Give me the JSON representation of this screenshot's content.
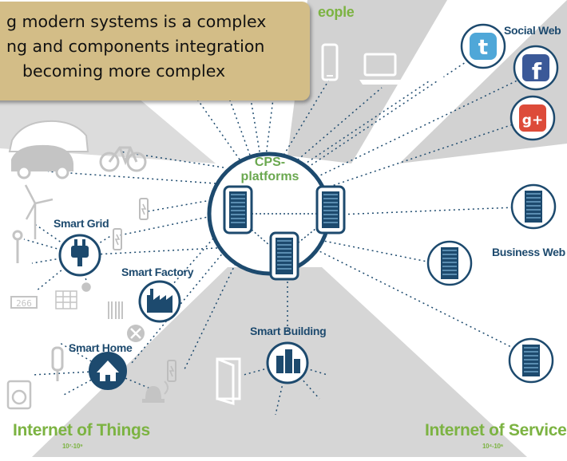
{
  "callout": {
    "lines": [
      "g modern systems is a complex",
      "ng and components integration",
      "becoming more complex"
    ]
  },
  "labels": {
    "people": "eople",
    "social_web": "Social Web",
    "cps_line1": "CPS-",
    "cps_line2": "platforms",
    "smart_grid": "Smart Grid",
    "smart_factory": "Smart Factory",
    "business_web": "Business Web",
    "smart_building": "Smart Building",
    "smart_home": "Smart Home",
    "iot": "Internet of Things",
    "iot_sub": "10⁷-10⁹",
    "ios": "Internet of Services",
    "ios_sub": "10⁴-10⁶"
  },
  "colors": {
    "sector": "#cfcfcf",
    "node": "#1d4a6e",
    "accent_green": "#7cb342",
    "callout": "#d3bd87",
    "facebook": "#3b5998",
    "gplus": "#dd4b39",
    "twitter": "#4fa7d8"
  },
  "icons": [
    "twitter-icon",
    "facebook-icon",
    "google-plus-icon",
    "plug-icon",
    "factory-icon",
    "building-icon",
    "house-icon",
    "server-icon",
    "phone-icon",
    "laptop-icon",
    "bicycle-icon",
    "car-icon",
    "wind-turbine-icon",
    "solar-panel-icon",
    "door-icon",
    "washing-machine-icon",
    "lamp-icon",
    "alarm-icon"
  ]
}
